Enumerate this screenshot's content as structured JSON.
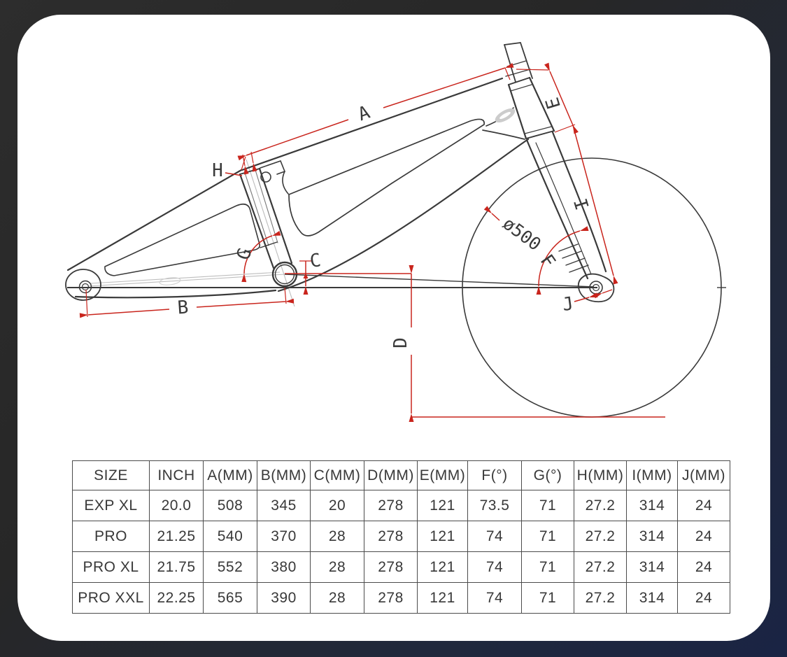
{
  "page": {
    "background_top_left_color": "#2d2d2d",
    "background_bottom_right_color": "#1a2444",
    "card_color": "#ffffff"
  },
  "diagram": {
    "type": "bicycle-frame-geometry-drawing",
    "frame_line_color": "#3a3a3a",
    "dimension_color": "#c9251d",
    "construction_line_color": "#bdbdbd",
    "wheel_diameter_label": "ø500",
    "labels": {
      "A": "A",
      "B": "B",
      "C": "C",
      "D": "D",
      "E": "E",
      "F": "F",
      "G": "G",
      "H": "H",
      "I": "I",
      "J": "J"
    }
  },
  "table": {
    "headers": [
      "SIZE",
      "INCH",
      "A(MM)",
      "B(MM)",
      "C(MM)",
      "D(MM)",
      "E(MM)",
      "F(°)",
      "G(°)",
      "H(MM)",
      "I(MM)",
      "J(MM)"
    ],
    "rows": [
      [
        "EXP XL",
        "20.0",
        "508",
        "345",
        "20",
        "278",
        "121",
        "73.5",
        "71",
        "27.2",
        "314",
        "24"
      ],
      [
        "PRO",
        "21.25",
        "540",
        "370",
        "28",
        "278",
        "121",
        "74",
        "71",
        "27.2",
        "314",
        "24"
      ],
      [
        "PRO XL",
        "21.75",
        "552",
        "380",
        "28",
        "278",
        "121",
        "74",
        "71",
        "27.2",
        "314",
        "24"
      ],
      [
        "PRO XXL",
        "22.25",
        "565",
        "390",
        "28",
        "278",
        "121",
        "74",
        "71",
        "27.2",
        "314",
        "24"
      ]
    ]
  }
}
